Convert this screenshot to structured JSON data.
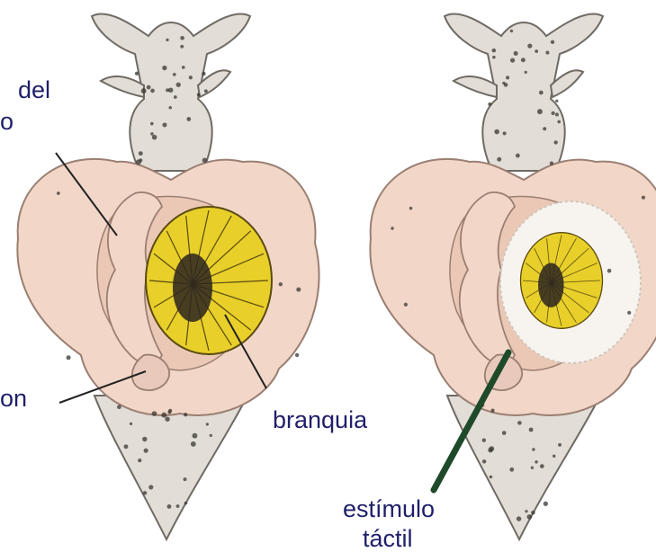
{
  "labels": {
    "left_top_line1": "del",
    "left_top_line2": "o",
    "left_bottom": "on",
    "gill": "branquia",
    "stimulus_line1": "estímulo",
    "stimulus_line2": "táctil"
  },
  "colors": {
    "label_text": "#1f1f6b",
    "body_fill": "#e2ddd6",
    "body_outline": "#6f6a63",
    "spot": "#3a3630",
    "parapodia": "#f2d7c8",
    "parapodia_outline": "#9a7f72",
    "gill_fill": "#e8cf2a",
    "gill_veins": "#5a4a10",
    "mantle_shadow": "#2a2420",
    "leader_line": "#222222",
    "stimulus_line": "#1e4a2a",
    "retracted_rim": "#f7f3ee"
  },
  "panels": [
    {
      "id": "control",
      "gill_state": "extended",
      "gill_scale": 1.0
    },
    {
      "id": "touched",
      "gill_state": "retracted",
      "gill_scale": 0.65
    }
  ]
}
